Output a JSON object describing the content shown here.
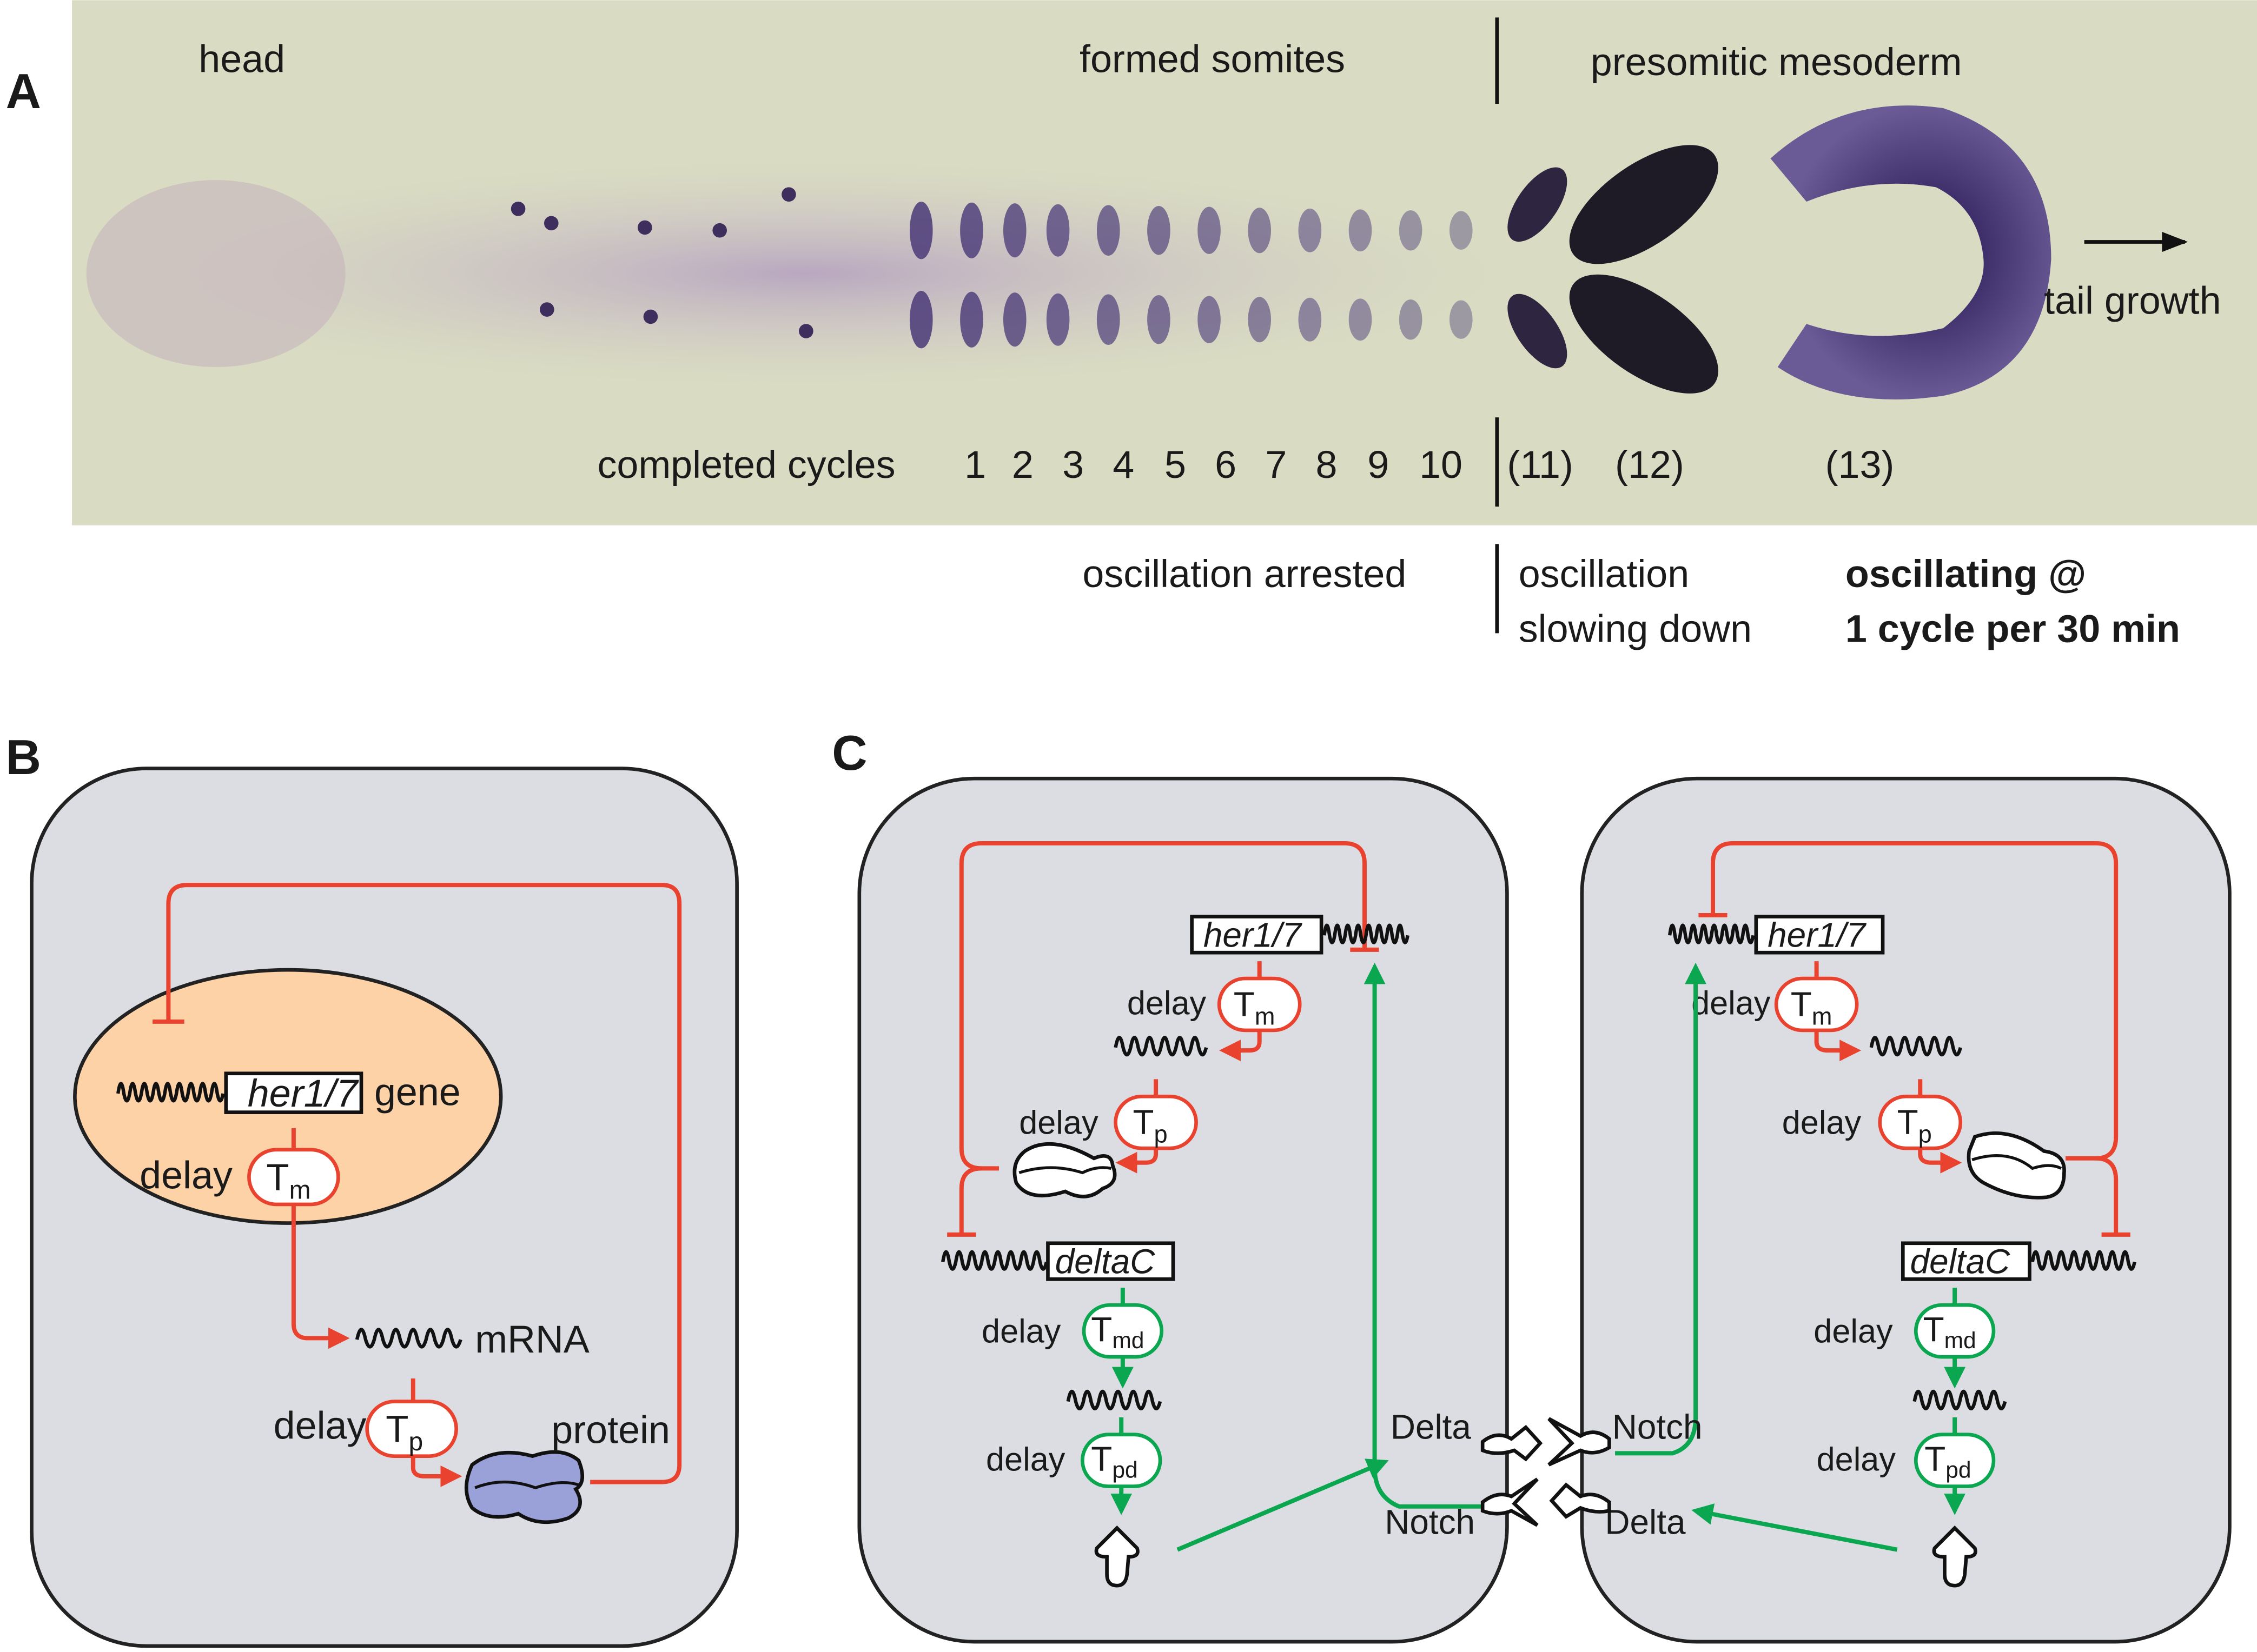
{
  "panels": {
    "A": {
      "letter": "A",
      "head": "head",
      "formed_somites": "formed somites",
      "presomitic_mesoderm": "presomitic mesoderm",
      "tail_growth": "tail growth",
      "completed_cycles": "completed cycles",
      "cycles": [
        "1",
        "2",
        "3",
        "4",
        "5",
        "6",
        "7",
        "8",
        "9",
        "10",
        "(11)",
        "(12)",
        "(13)"
      ],
      "oscillation_arrested": "oscillation arrested",
      "slowing_line1": "oscillation",
      "slowing_line2": "slowing down",
      "oscillating_line1": "oscillating @",
      "oscillating_line2": "1 cycle per 30 min"
    },
    "B": {
      "letter": "B",
      "gene_name": "her1/7",
      "gene": "gene",
      "delay": "delay",
      "T": "T",
      "m": "m",
      "p": "p",
      "mrna": "mRNA",
      "protein": "protein"
    },
    "C": {
      "letter": "C",
      "her": "her1/7",
      "deltaC": "deltaC",
      "delay": "delay",
      "T": "T",
      "m": "m",
      "p": "p",
      "md": "md",
      "pd": "pd",
      "delta": "Delta",
      "notch": "Notch"
    }
  },
  "colors": {
    "repression": "#e9432f",
    "activation": "#0aa650",
    "cell": "#dcdde2",
    "nucleus": "#fdd2a6",
    "protein": "#9aa0d8",
    "photo_background": "#d9dcc2",
    "stain": "#4a3a78"
  }
}
